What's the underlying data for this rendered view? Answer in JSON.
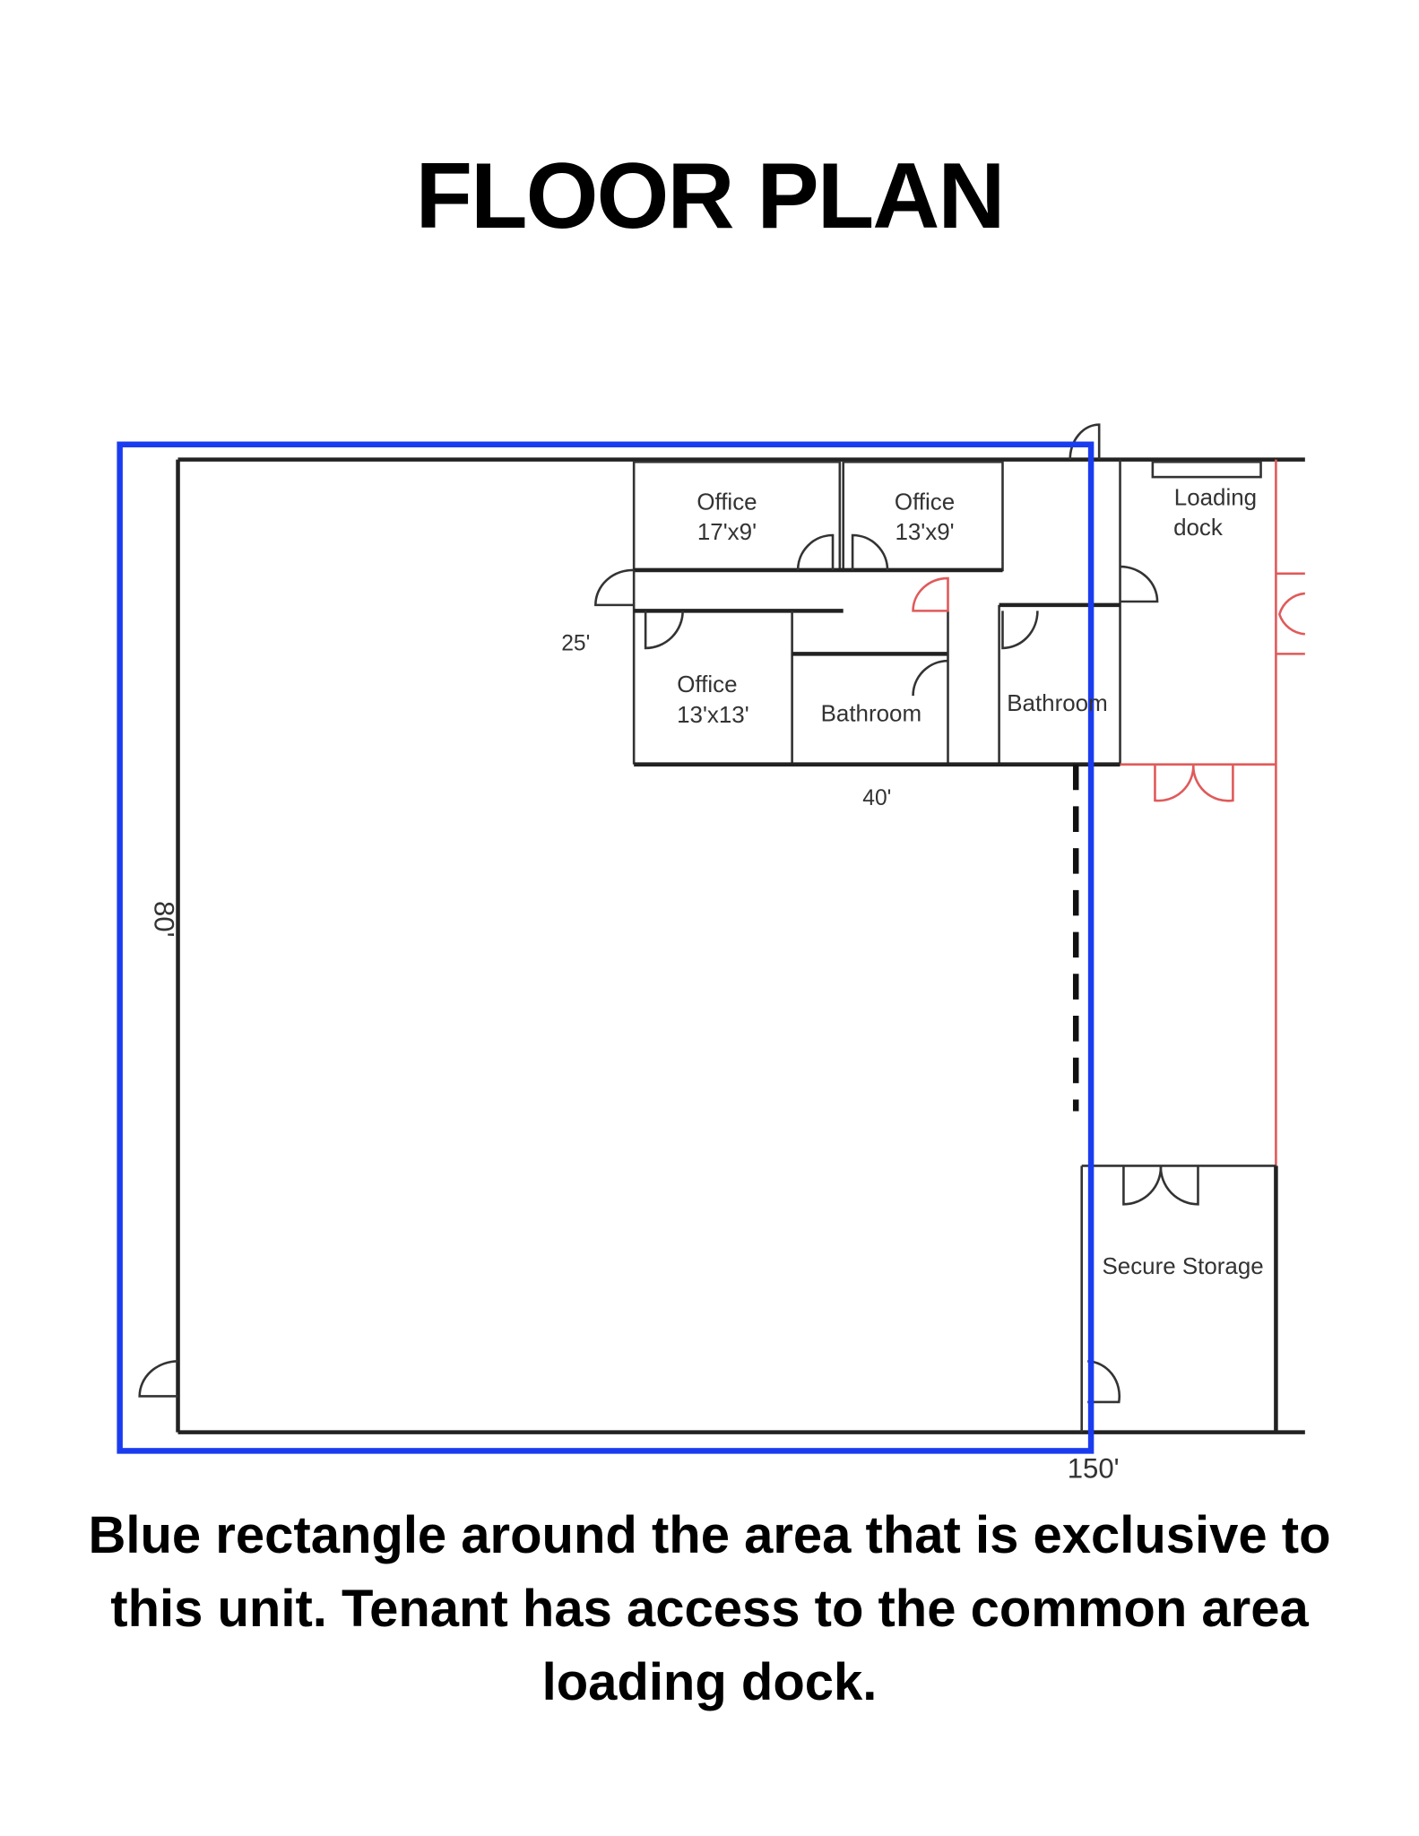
{
  "title": "FLOOR PLAN",
  "plan": {
    "rooms": [
      {
        "name": "Office",
        "size": "17'x9'"
      },
      {
        "name": "Office",
        "size": "13'x9'"
      },
      {
        "name": "Office",
        "size": "13'x13'"
      },
      {
        "name": "Bathroom"
      },
      {
        "name": "Bathroom"
      },
      {
        "name": "Loading",
        "name2": "dock"
      },
      {
        "name": "Secure Storage"
      }
    ],
    "dimensions": {
      "d25": "25'",
      "d40": "40'",
      "d80": "80'",
      "d150": "150'"
    },
    "colors": {
      "exclusive_area": "#1a3cf0",
      "common_area": "#e05a5a",
      "walls": "#222222"
    }
  },
  "caption": {
    "line1": "Blue rectangle around the area that is exclusive to",
    "line2": "this unit. Tenant has access to the common area",
    "line3": "loading dock."
  }
}
